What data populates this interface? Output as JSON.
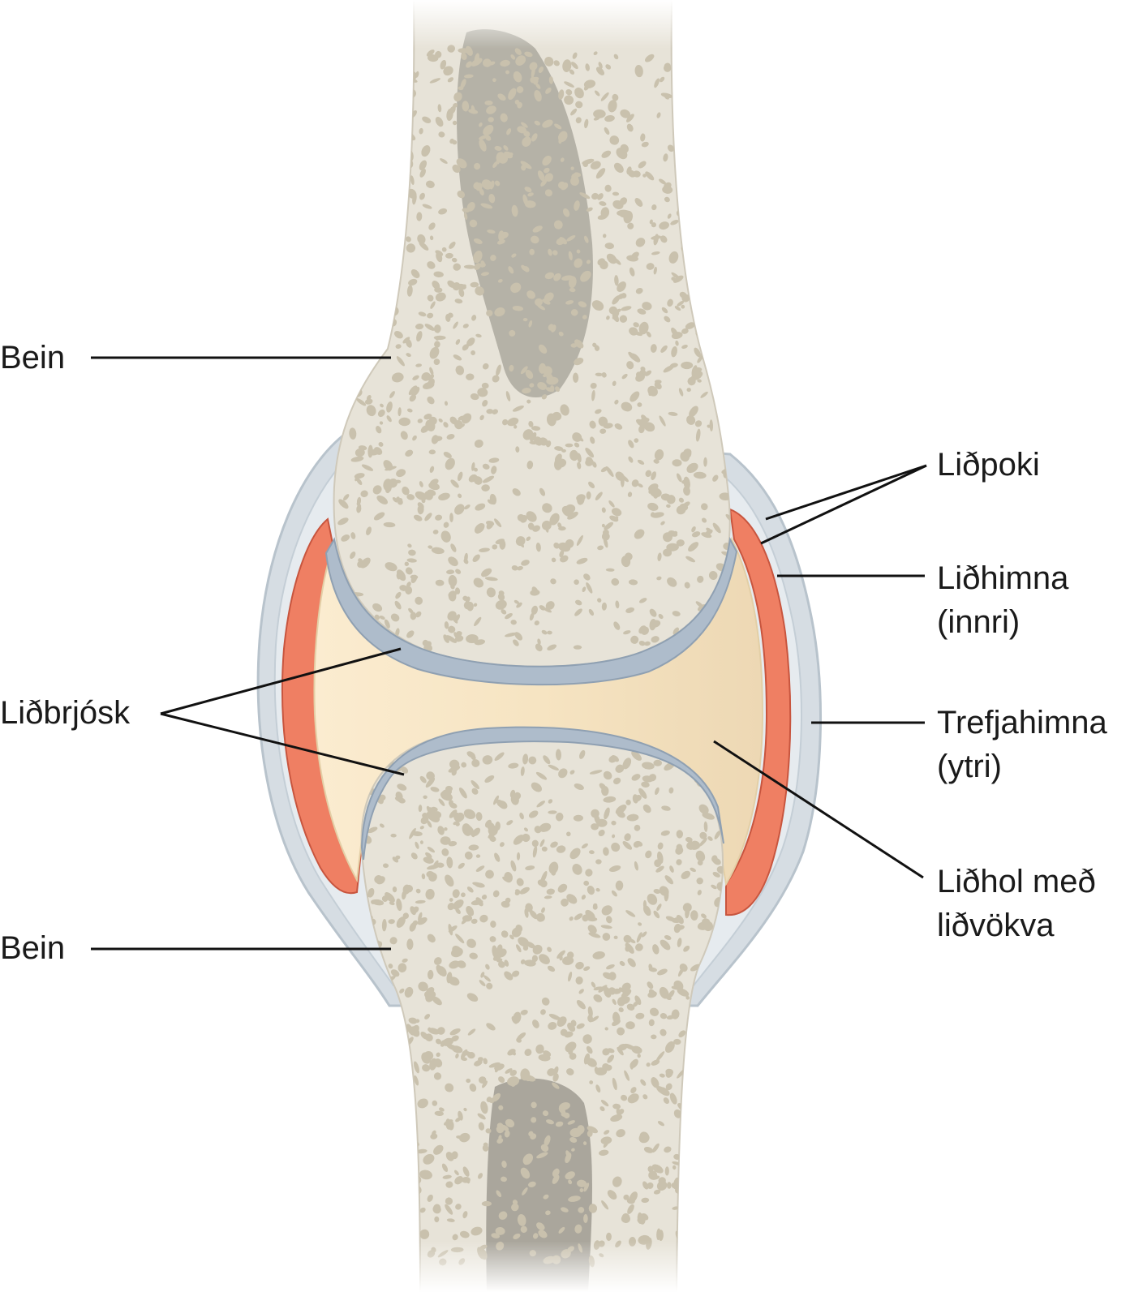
{
  "labels": {
    "bone_top": "Bein",
    "bone_bottom": "Bein",
    "cartilage": "Liðbrjósk",
    "capsule": "Liðpoki",
    "synovial_line1": "Liðhimna",
    "synovial_line2": "(innri)",
    "fibrous_line1": "Trefjahimna",
    "fibrous_line2": "(ytri)",
    "cavity_line1": "Liðhol með",
    "cavity_line2": "liðvökva"
  },
  "colors": {
    "bone": "#e7e3d8",
    "bone_spongy_hole": "#c9c1ad",
    "marrow": "#a29e95",
    "cartilage": "#aebccb",
    "synovial_membrane": "#ee7a60",
    "joint_cavity": "#f6e4c2",
    "fibrous_capsule": "#cfd7de"
  }
}
